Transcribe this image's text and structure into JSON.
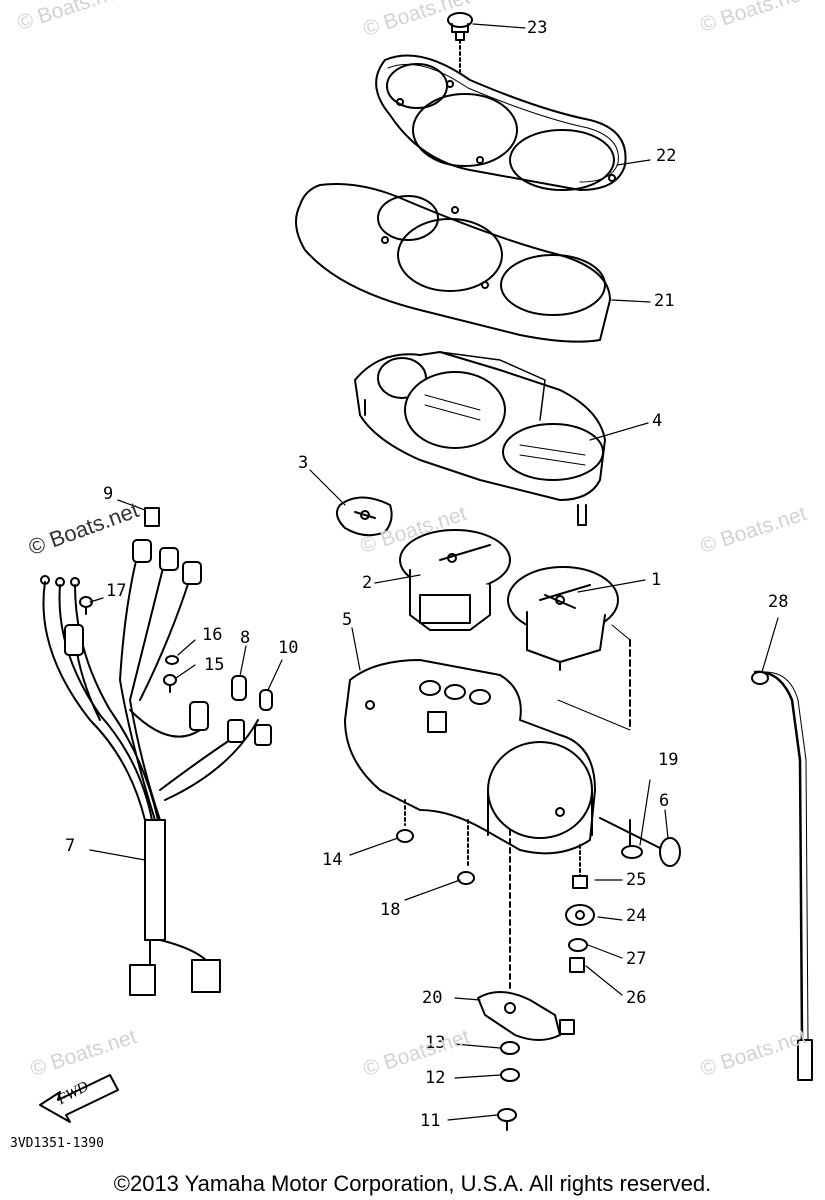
{
  "callouts": [
    {
      "id": "l1",
      "text": "1"
    },
    {
      "id": "l2",
      "text": "2"
    },
    {
      "id": "l3",
      "text": "3"
    },
    {
      "id": "l4",
      "text": "4"
    },
    {
      "id": "l5",
      "text": "5"
    },
    {
      "id": "l6",
      "text": "6"
    },
    {
      "id": "l7",
      "text": "7"
    },
    {
      "id": "l8",
      "text": "8"
    },
    {
      "id": "l9",
      "text": "9"
    },
    {
      "id": "l10",
      "text": "10"
    },
    {
      "id": "l11",
      "text": "11"
    },
    {
      "id": "l12",
      "text": "12"
    },
    {
      "id": "l13",
      "text": "13"
    },
    {
      "id": "l14",
      "text": "14"
    },
    {
      "id": "l15",
      "text": "15"
    },
    {
      "id": "l16",
      "text": "16"
    },
    {
      "id": "l17",
      "text": "17"
    },
    {
      "id": "l18",
      "text": "18"
    },
    {
      "id": "l19",
      "text": "19"
    },
    {
      "id": "l20",
      "text": "20"
    },
    {
      "id": "l21",
      "text": "21"
    },
    {
      "id": "l22",
      "text": "22"
    },
    {
      "id": "l23",
      "text": "23"
    },
    {
      "id": "l24",
      "text": "24"
    },
    {
      "id": "l25",
      "text": "25"
    },
    {
      "id": "l26",
      "text": "26"
    },
    {
      "id": "l27",
      "text": "27"
    },
    {
      "id": "l28",
      "text": "28"
    }
  ],
  "watermark": "© Boats.net",
  "fwd_label": "FWD",
  "drawing_code": "3VD1351-1390",
  "copyright": "©2013 Yamaha Motor Corporation, U.S.A. All rights reserved."
}
